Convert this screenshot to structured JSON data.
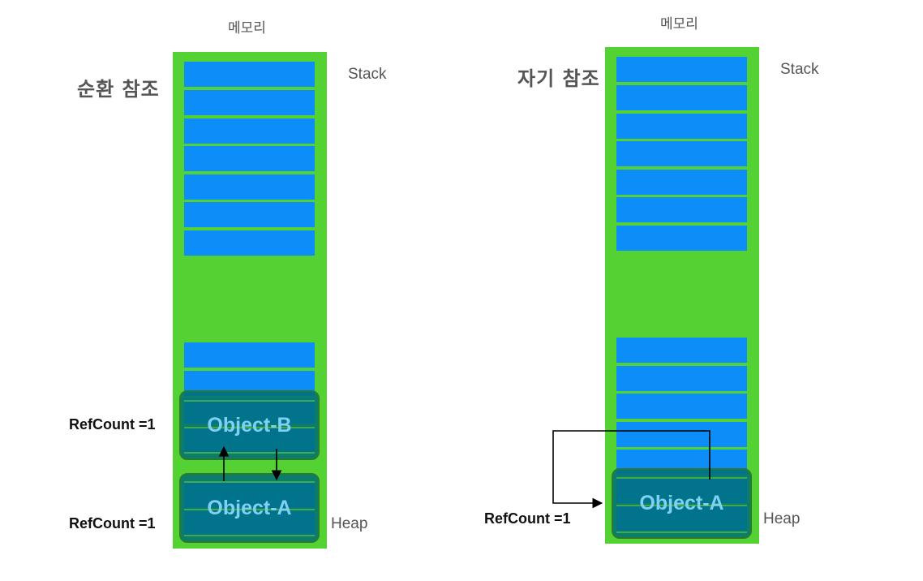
{
  "left": {
    "memory_label": "메모리",
    "title": "순환 참조",
    "stack_label": "Stack",
    "heap_label": "Heap",
    "object_b": {
      "name": "Object-B",
      "refcount": "RefCount =1"
    },
    "object_a": {
      "name": "Object-A",
      "refcount": "RefCount =1"
    }
  },
  "right": {
    "memory_label": "메모리",
    "title": "자기 참조",
    "stack_label": "Stack",
    "heap_label": "Heap",
    "object_a": {
      "name": "Object-A",
      "refcount": "RefCount =1"
    }
  },
  "colors": {
    "memory": "#55d233",
    "slot": "#0c8df7",
    "object": "#007080",
    "object_text": "#7fd0f2"
  }
}
